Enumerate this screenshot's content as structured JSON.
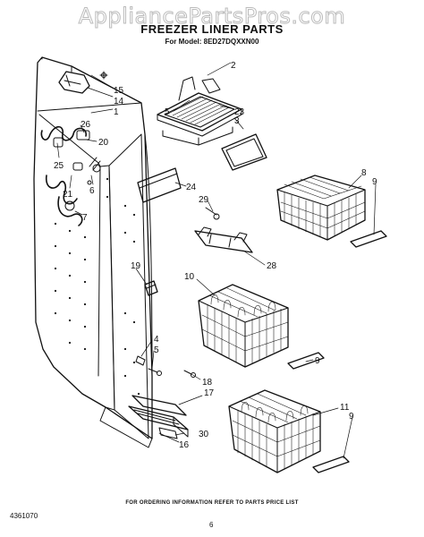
{
  "watermark": "AppliancePartsPros.com",
  "title": "FREEZER LINER PARTS",
  "subtitle": "For Model: 8ED27DQXXN00",
  "footer_note": "FOR ORDERING INFORMATION REFER TO PARTS PRICE LIST",
  "doc_number": "4361070",
  "page_number": "6",
  "callouts": {
    "c2": "2",
    "c15": "15",
    "c14": "14",
    "c1": "1",
    "c5": "5",
    "c23": "23",
    "c3": "3",
    "c26": "26",
    "c20": "20",
    "c25": "25",
    "c6": "6",
    "c21": "21",
    "c7": "7",
    "c24": "24",
    "c29": "29",
    "c8": "8",
    "c9a": "9",
    "c28": "28",
    "c19": "19",
    "c10": "10",
    "c4": "4",
    "c5b": "5",
    "c9b": "9",
    "c18": "18",
    "c17": "17",
    "c11": "11",
    "c9c": "9",
    "c30": "30",
    "c16": "16"
  }
}
